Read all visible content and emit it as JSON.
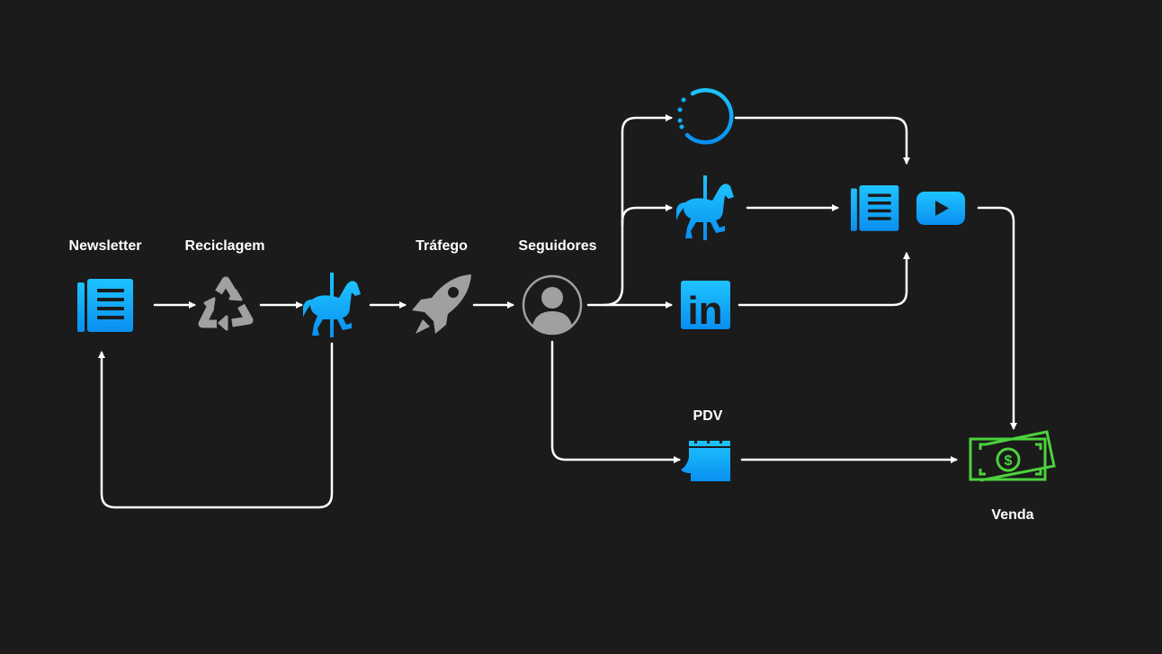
{
  "labels": {
    "newsletter": "Newsletter",
    "reciclagem": "Reciclagem",
    "trafego": "Tráfego",
    "seguidores": "Seguidores",
    "pdv": "PDV",
    "venda": "Venda"
  },
  "icons": {
    "linkedin_text": "in",
    "money_symbol": "$"
  },
  "colors": {
    "background": "#1b1b1b",
    "accent_blue": "#12adf5",
    "gray": "#a0a0a0",
    "green": "#4cd23c",
    "edge": "#ffffff"
  }
}
